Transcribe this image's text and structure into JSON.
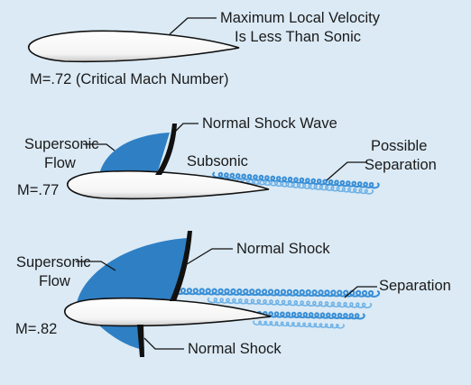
{
  "panel1": {
    "note_line1": "Maximum Local Velocity",
    "note_line2": "Is Less Than Sonic",
    "mach_caption": "M=.72 (Critical Mach Number)"
  },
  "panel2": {
    "shock_label": "Normal Shock Wave",
    "supersonic_line1": "Supersonic",
    "supersonic_line2": "Flow",
    "subsonic_label": "Subsonic",
    "separation_line1": "Possible",
    "separation_line2": "Separation",
    "mach": "M=.77"
  },
  "panel3": {
    "upper_shock_label": "Normal Shock",
    "supersonic_line1": "Supersonic",
    "supersonic_line2": "Flow",
    "separation_label": "Separation",
    "mach": "M=.82",
    "lower_shock_label": "Normal Shock"
  },
  "colors": {
    "background": "#dbeaf5",
    "supersonic_region": "#2f7fc4",
    "wake": "#3a8fd6",
    "shock": "#111111",
    "airfoil_fill": "#ffffff"
  }
}
